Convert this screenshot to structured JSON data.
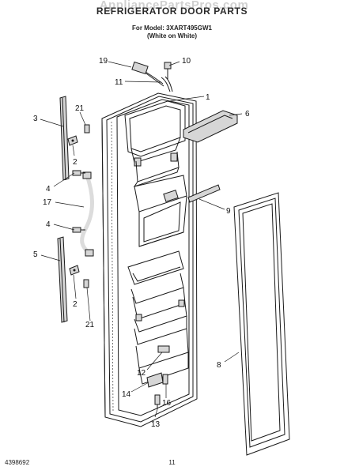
{
  "header": {
    "watermark": "AppliancePartsPros.com",
    "title": "REFRIGERATOR DOOR PARTS",
    "model_line": "For Model: 3XART495GW1",
    "color_line": "(White on White)"
  },
  "footer": {
    "doc_number": "4398692",
    "page_number": "11"
  },
  "callouts": {
    "c1": "1",
    "c2a": "2",
    "c2b": "2",
    "c3": "3",
    "c4a": "4",
    "c4b": "4",
    "c5": "5",
    "c6": "6",
    "c8": "8",
    "c9": "9",
    "c10": "10",
    "c11": "11",
    "c12": "12",
    "c13": "13",
    "c14": "14",
    "c16": "16",
    "c17": "17",
    "c19": "19",
    "c21a": "21",
    "c21b": "21"
  }
}
